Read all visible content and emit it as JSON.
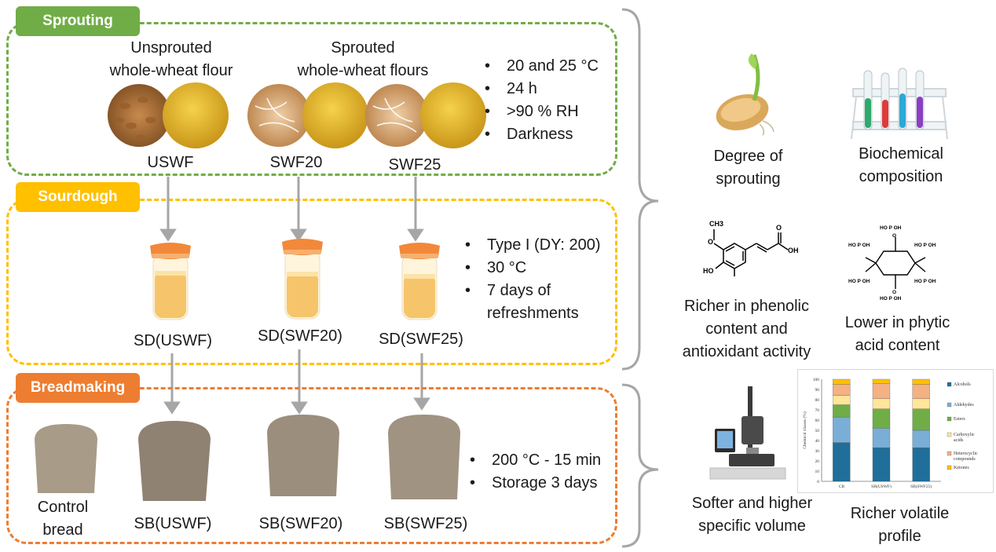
{
  "stages": {
    "sprouting": {
      "label": "Sprouting",
      "color": "#70ad47",
      "col1_title": "Unsprouted\nwhole-wheat flour",
      "col2_title": "Sprouted\nwhole-wheat flours",
      "samples": [
        "USWF",
        "SWF20",
        "SWF25"
      ],
      "conditions": [
        "20 and 25 °C",
        "24 h",
        ">90 % RH",
        "Darkness"
      ]
    },
    "sourdough": {
      "label": "Sourdough",
      "color": "#ffc000",
      "samples": [
        "SD(USWF)",
        "SD(SWF20)",
        "SD(SWF25)"
      ],
      "conditions": [
        "Type I (DY: 200)",
        "30 °C",
        "7 days of\nrefreshments"
      ]
    },
    "breadmaking": {
      "label": "Breadmaking",
      "color": "#ed7d31",
      "samples": [
        "Control\nbread",
        "SB(USWF)",
        "SB(SWF20)",
        "SB(SWF25)"
      ],
      "conditions": [
        "200 °C - 15 min",
        "Storage 3 days"
      ]
    }
  },
  "outcomes": {
    "degree_sprouting": "Degree of\nsprouting",
    "biochemical": "Biochemical\ncomposition",
    "phenolic": "Richer in phenolic\ncontent and\nantioxidant activity",
    "phytic": "Lower in phytic\nacid content",
    "softer": "Softer and higher\nspecific volume",
    "volatile": "Richer volatile\nprofile"
  },
  "chemistry": {
    "ferulic_labels": [
      "CH3",
      "O",
      "OH",
      "HO",
      "O"
    ],
    "phytic_labels": [
      "HO",
      "OH",
      "P",
      "O"
    ]
  },
  "chart_data": {
    "type": "bar",
    "stacked": true,
    "categories": [
      "CB",
      "SB(USWF)",
      "SB(SWF25)"
    ],
    "ylabel": "Chemical classes (%)",
    "ylim": [
      0,
      100
    ],
    "yticks": [
      "0",
      "10",
      "20",
      "30",
      "40",
      "50",
      "60",
      "70",
      "80",
      "90",
      "100"
    ],
    "series": [
      {
        "name": "Alcohols",
        "color": "#1f6f9a",
        "values": [
          38,
          33,
          33
        ]
      },
      {
        "name": "Aldehydes",
        "color": "#7aaed6",
        "values": [
          25,
          19,
          17
        ]
      },
      {
        "name": "Esters",
        "color": "#70ad47",
        "values": [
          12,
          19,
          21
        ]
      },
      {
        "name": "Carboxylic acids",
        "color": "#ffe699",
        "values": [
          9,
          10,
          10
        ]
      },
      {
        "name": "Heterocyclic compounds",
        "color": "#f4b183",
        "values": [
          11,
          15,
          14
        ]
      },
      {
        "name": "Ketones",
        "color": "#ffc000",
        "values": [
          5,
          4,
          5
        ]
      }
    ]
  }
}
